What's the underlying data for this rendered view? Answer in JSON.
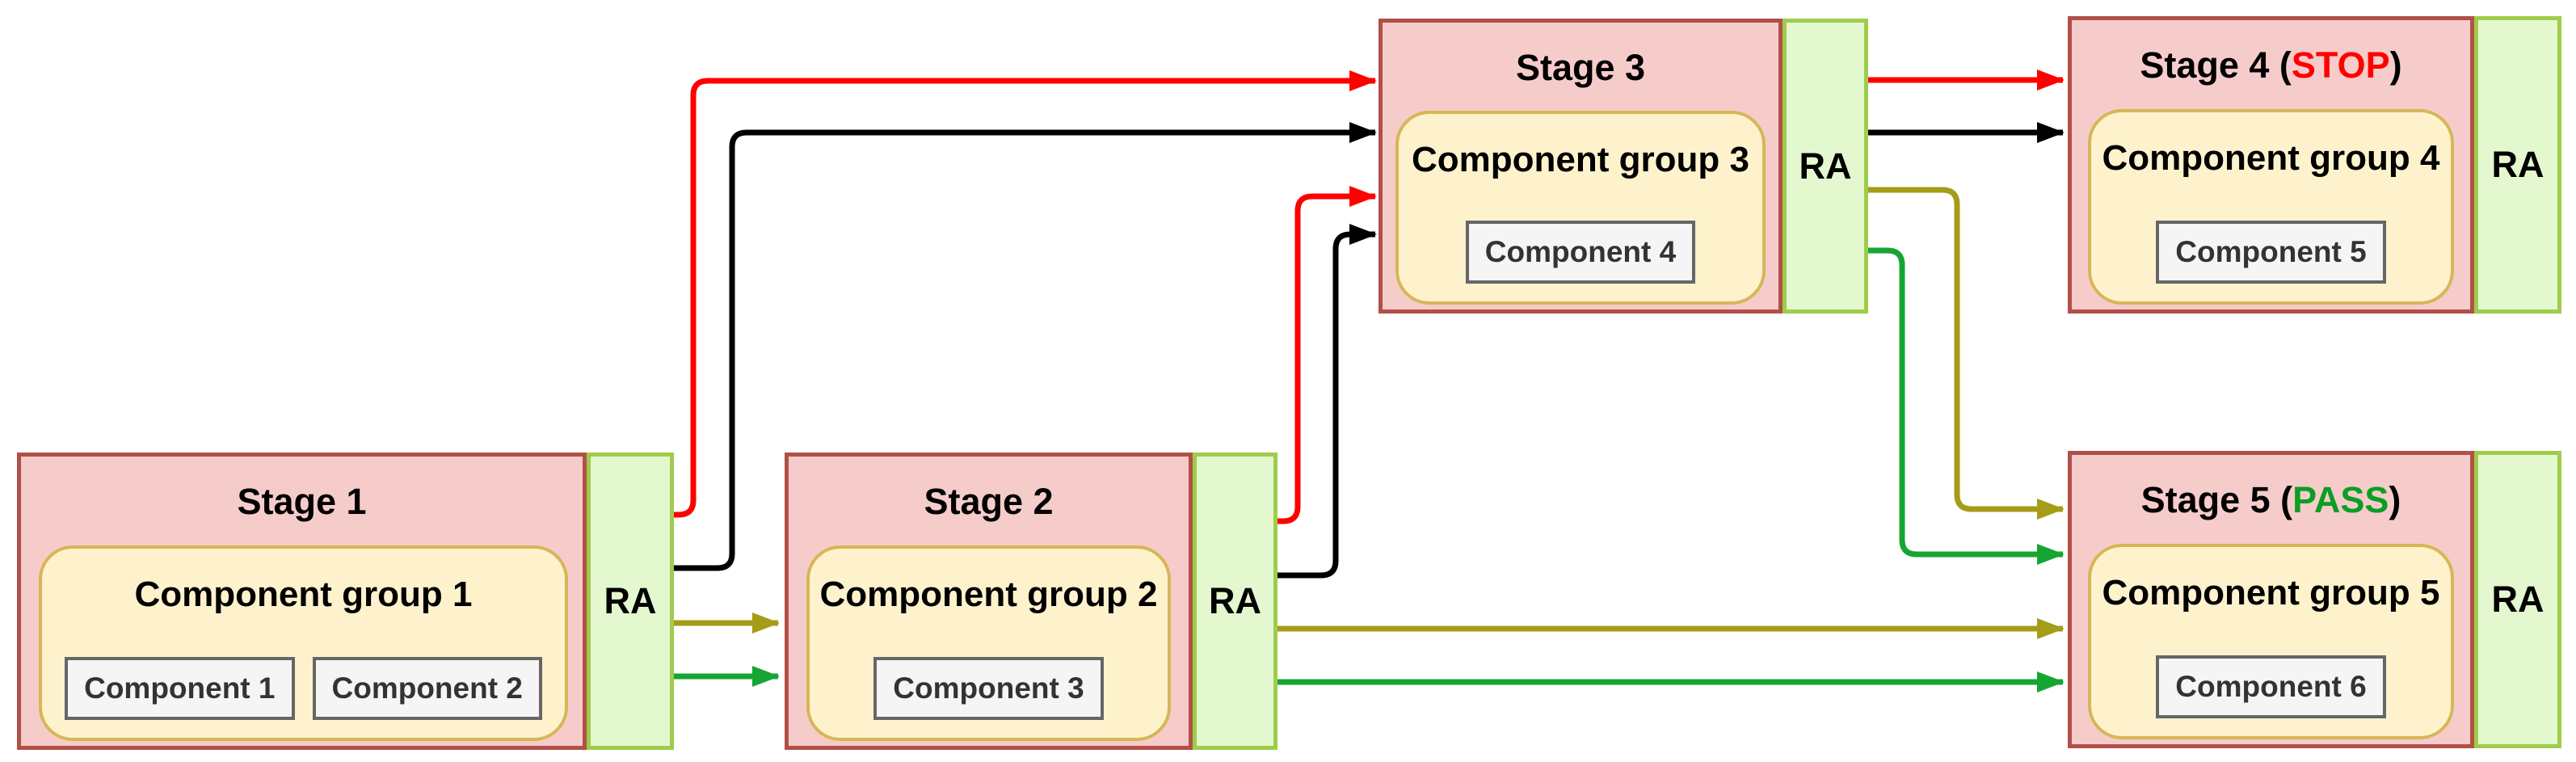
{
  "diagram": {
    "stages": [
      {
        "name": "stage-1",
        "title_pre": "Stage 1",
        "status": "",
        "title_post": "",
        "group_label": "Component group 1",
        "components": [
          "Component 1",
          "Component 2"
        ],
        "ra_label": "RA"
      },
      {
        "name": "stage-2",
        "title_pre": "Stage 2",
        "status": "",
        "title_post": "",
        "group_label": "Component group 2",
        "components": [
          "Component 3"
        ],
        "ra_label": "RA"
      },
      {
        "name": "stage-3",
        "title_pre": "Stage 3",
        "status": "",
        "title_post": "",
        "group_label": "Component group 3",
        "components": [
          "Component 4"
        ],
        "ra_label": "RA"
      },
      {
        "name": "stage-4",
        "title_pre": "Stage 4 (",
        "status": "STOP",
        "title_post": ")",
        "group_label": "Component group 4",
        "components": [
          "Component 5"
        ],
        "ra_label": "RA"
      },
      {
        "name": "stage-5",
        "title_pre": "Stage 5 (",
        "status": "PASS",
        "title_post": ")",
        "group_label": "Component group 5",
        "components": [
          "Component 6"
        ],
        "ra_label": "RA"
      }
    ],
    "edges": [
      {
        "from": "stage-1-ra",
        "to": "stage-3",
        "color": "red"
      },
      {
        "from": "stage-1-ra",
        "to": "stage-3",
        "color": "black"
      },
      {
        "from": "stage-1-ra",
        "to": "stage-2",
        "color": "olive"
      },
      {
        "from": "stage-1-ra",
        "to": "stage-2",
        "color": "green"
      },
      {
        "from": "stage-2-ra",
        "to": "stage-3",
        "color": "red"
      },
      {
        "from": "stage-2-ra",
        "to": "stage-3",
        "color": "black"
      },
      {
        "from": "stage-2-ra",
        "to": "stage-5",
        "color": "olive"
      },
      {
        "from": "stage-2-ra",
        "to": "stage-5",
        "color": "green"
      },
      {
        "from": "stage-3-ra",
        "to": "stage-4",
        "color": "red"
      },
      {
        "from": "stage-3-ra",
        "to": "stage-4",
        "color": "black"
      },
      {
        "from": "stage-3-ra",
        "to": "stage-5",
        "color": "olive"
      },
      {
        "from": "stage-3-ra",
        "to": "stage-5",
        "color": "green"
      }
    ],
    "colors": {
      "stage_fill": "#f6cccb",
      "stage_border": "#b05049",
      "group_fill": "#fef2cd",
      "group_border": "#d6b656",
      "ra_fill": "#e4f8d0",
      "ra_border": "#9fcc4a",
      "component_fill": "#f5f5f5",
      "component_border": "#666666",
      "component_text": "#333333",
      "stop_text": "#ff0000",
      "pass_text": "#0b9e23",
      "edge_red": "#ff0000",
      "edge_black": "#000000",
      "edge_olive": "#a59c18",
      "edge_green": "#16a533"
    }
  }
}
